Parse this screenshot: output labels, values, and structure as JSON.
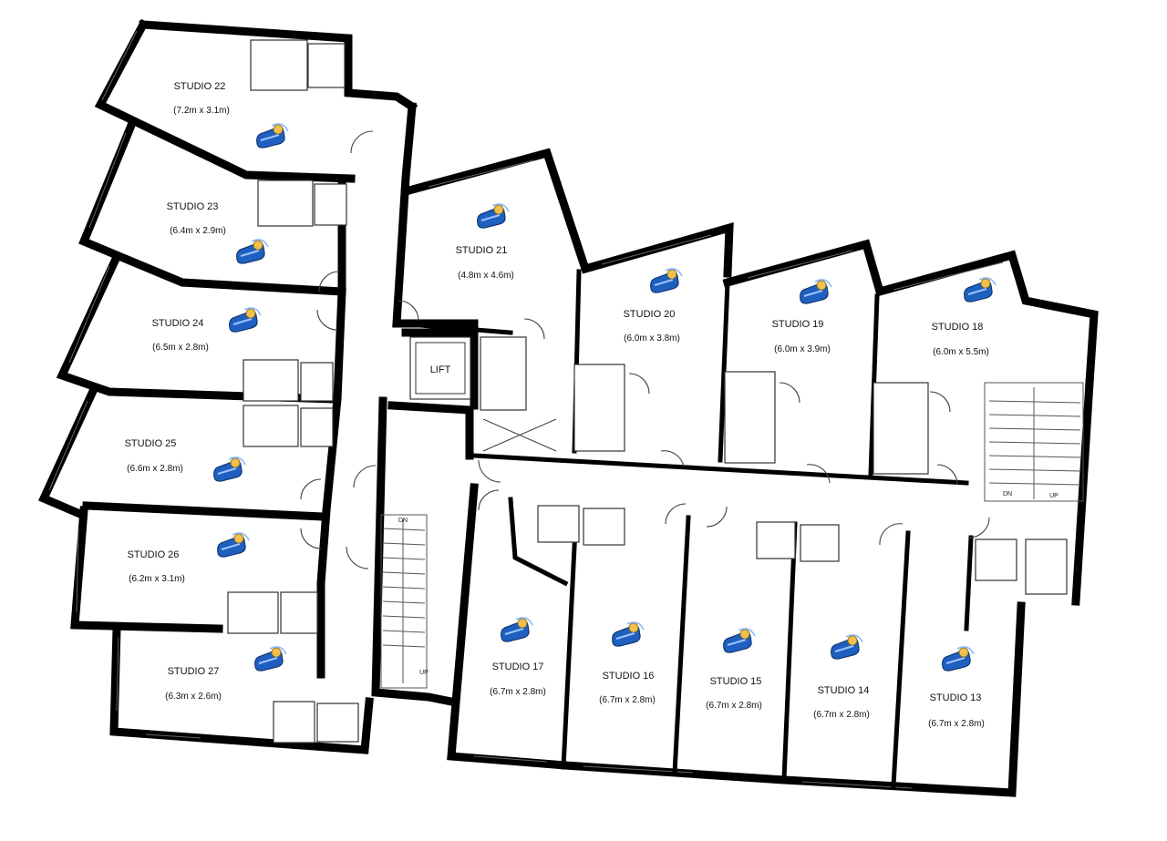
{
  "lift": {
    "label": "LIFT"
  },
  "stairs": {
    "left_dn": "DN",
    "left_up": "UP",
    "right_dn": "DN",
    "right_up": "UP"
  },
  "icon": "bed-icon",
  "studios": [
    {
      "name": "STUDIO 22",
      "size": "(7.2m x 3.1m)"
    },
    {
      "name": "STUDIO 23",
      "size": "(6.4m x 2.9m)"
    },
    {
      "name": "STUDIO 24",
      "size": "(6.5m x 2.8m)"
    },
    {
      "name": "STUDIO 25",
      "size": "(6.6m x 2.8m)"
    },
    {
      "name": "STUDIO 26",
      "size": "(6.2m x 3.1m)"
    },
    {
      "name": "STUDIO 27",
      "size": "(6.3m x 2.6m)"
    },
    {
      "name": "STUDIO 21",
      "size": "(4.8m x 4.6m)"
    },
    {
      "name": "STUDIO 20",
      "size": "(6.0m x 3.8m)"
    },
    {
      "name": "STUDIO 19",
      "size": "(6.0m x 3.9m)"
    },
    {
      "name": "STUDIO 18",
      "size": "(6.0m x 5.5m)"
    },
    {
      "name": "STUDIO 17",
      "size": "(6.7m x 2.8m)"
    },
    {
      "name": "STUDIO 16",
      "size": "(6.7m x 2.8m)"
    },
    {
      "name": "STUDIO 15",
      "size": "(6.7m x 2.8m)"
    },
    {
      "name": "STUDIO 14",
      "size": "(6.7m x 2.8m)"
    },
    {
      "name": "STUDIO 13",
      "size": "(6.7m x 2.8m)"
    }
  ]
}
